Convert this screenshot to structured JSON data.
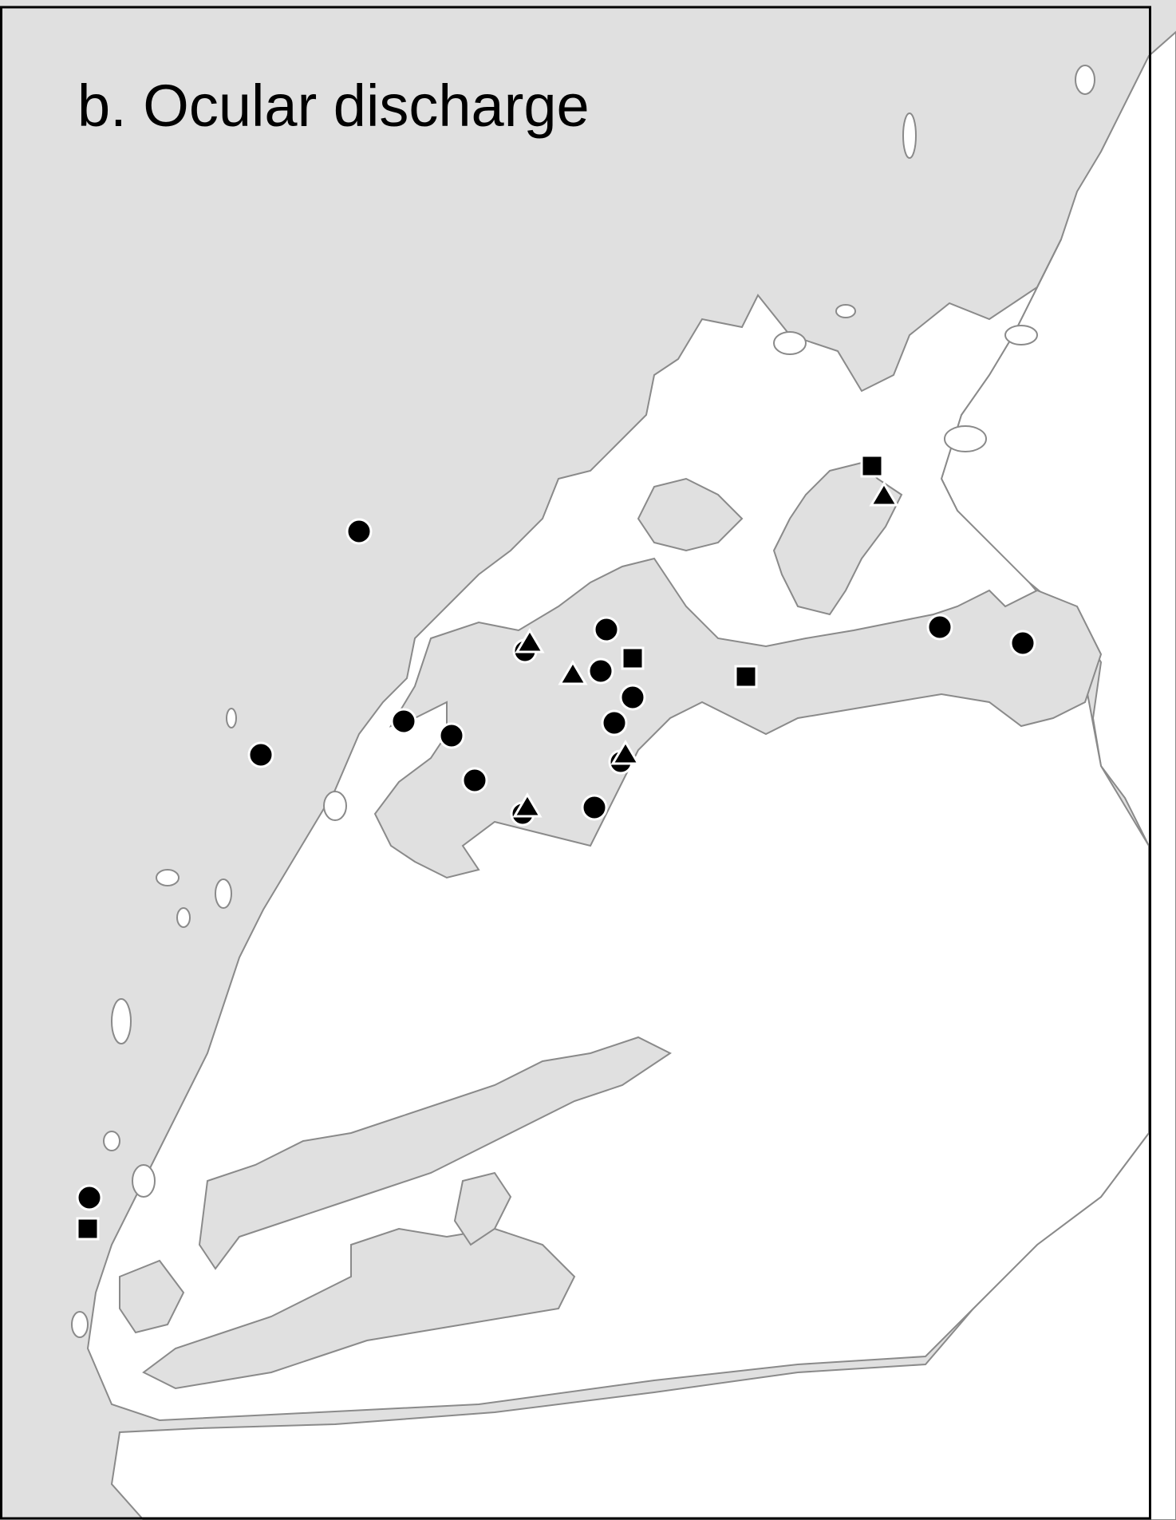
{
  "map": {
    "title": "b. Ocular discharge",
    "colors": {
      "sea": "#e0e0e0",
      "land": "#ffffff",
      "coastline": "#8a8a8a",
      "marker_fill": "#000000",
      "marker_outline": "#ffffff",
      "frame": "#000000"
    },
    "legend_symbols": [
      "circle",
      "square",
      "triangle",
      "circle-with-triangle"
    ]
  }
}
